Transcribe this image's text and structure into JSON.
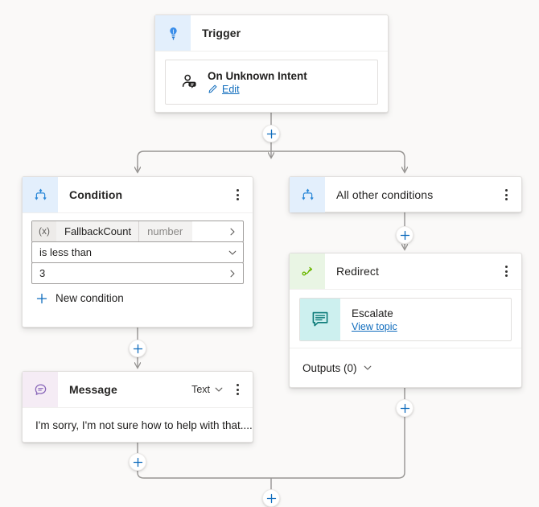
{
  "canvas": {
    "background_color": "#faf9f8",
    "connector_color": "#979593",
    "accent_link_color": "#0f6cbd",
    "plus_icon_color": "#0f6cbd"
  },
  "nodes": {
    "trigger": {
      "title": "Trigger",
      "icon": "trigger-bulb-icon",
      "icon_tint": "#e3effc",
      "item": {
        "name": "On Unknown Intent",
        "icon": "person-chat-icon",
        "edit_label": "Edit",
        "edit_icon": "pencil-icon"
      },
      "kebab_label": "More options"
    },
    "condition": {
      "title": "Condition",
      "icon": "branch-condition-icon",
      "icon_tint": "#e3effc",
      "kebab_label": "More options",
      "rows": [
        {
          "kind": "variable",
          "chip": "(x)",
          "variable": "FallbackCount",
          "type": "number",
          "affordance": "chevron-right-icon"
        },
        {
          "kind": "operator",
          "value": "is less than",
          "affordance": "chevron-down-icon"
        },
        {
          "kind": "value",
          "value": "3",
          "affordance": "chevron-right-icon"
        }
      ],
      "new_condition_label": "New condition",
      "new_condition_icon": "plus-icon"
    },
    "all_other_conditions": {
      "title": "All other conditions",
      "icon": "branch-condition-icon",
      "icon_tint": "#e3effc",
      "kebab_label": "More options"
    },
    "redirect": {
      "title": "Redirect",
      "icon": "redirect-arrow-icon",
      "icon_tint": "#e9f5e4",
      "kebab_label": "More options",
      "target": {
        "name": "Escalate",
        "icon": "topic-message-icon",
        "icon_tint": "#cdf0ef",
        "link_label": "View topic"
      },
      "outputs_label": "Outputs (0)",
      "outputs_chevron": "chevron-down-icon"
    },
    "message": {
      "title": "Message",
      "icon": "message-bubble-icon",
      "icon_tint": "#f5ecf5",
      "type_label": "Text",
      "type_chevron": "chevron-down-icon",
      "kebab_label": "More options",
      "text": "I'm sorry, I'm not sure how to help with that...."
    }
  },
  "add_buttons": [
    {
      "name": "add-node-after-trigger"
    },
    {
      "name": "add-node-after-all-other-conditions"
    },
    {
      "name": "add-node-after-condition"
    },
    {
      "name": "add-node-after-redirect"
    },
    {
      "name": "add-node-after-message"
    },
    {
      "name": "add-node-after-merge"
    }
  ]
}
